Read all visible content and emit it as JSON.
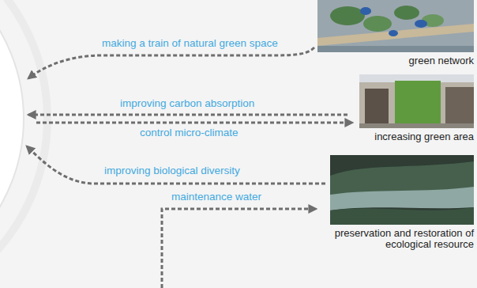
{
  "diagram": {
    "nodes": [
      {
        "text": [
          "green network"
        ]
      },
      {
        "text": [
          "increasing green area"
        ]
      },
      {
        "text": [
          "preservation and restoration of ecological resource"
        ]
      }
    ],
    "labels": [
      "making a train of natural green space",
      "improving carbon absorption",
      "control micro-climate",
      "improving biological diversity",
      "maintenance water"
    ]
  }
}
